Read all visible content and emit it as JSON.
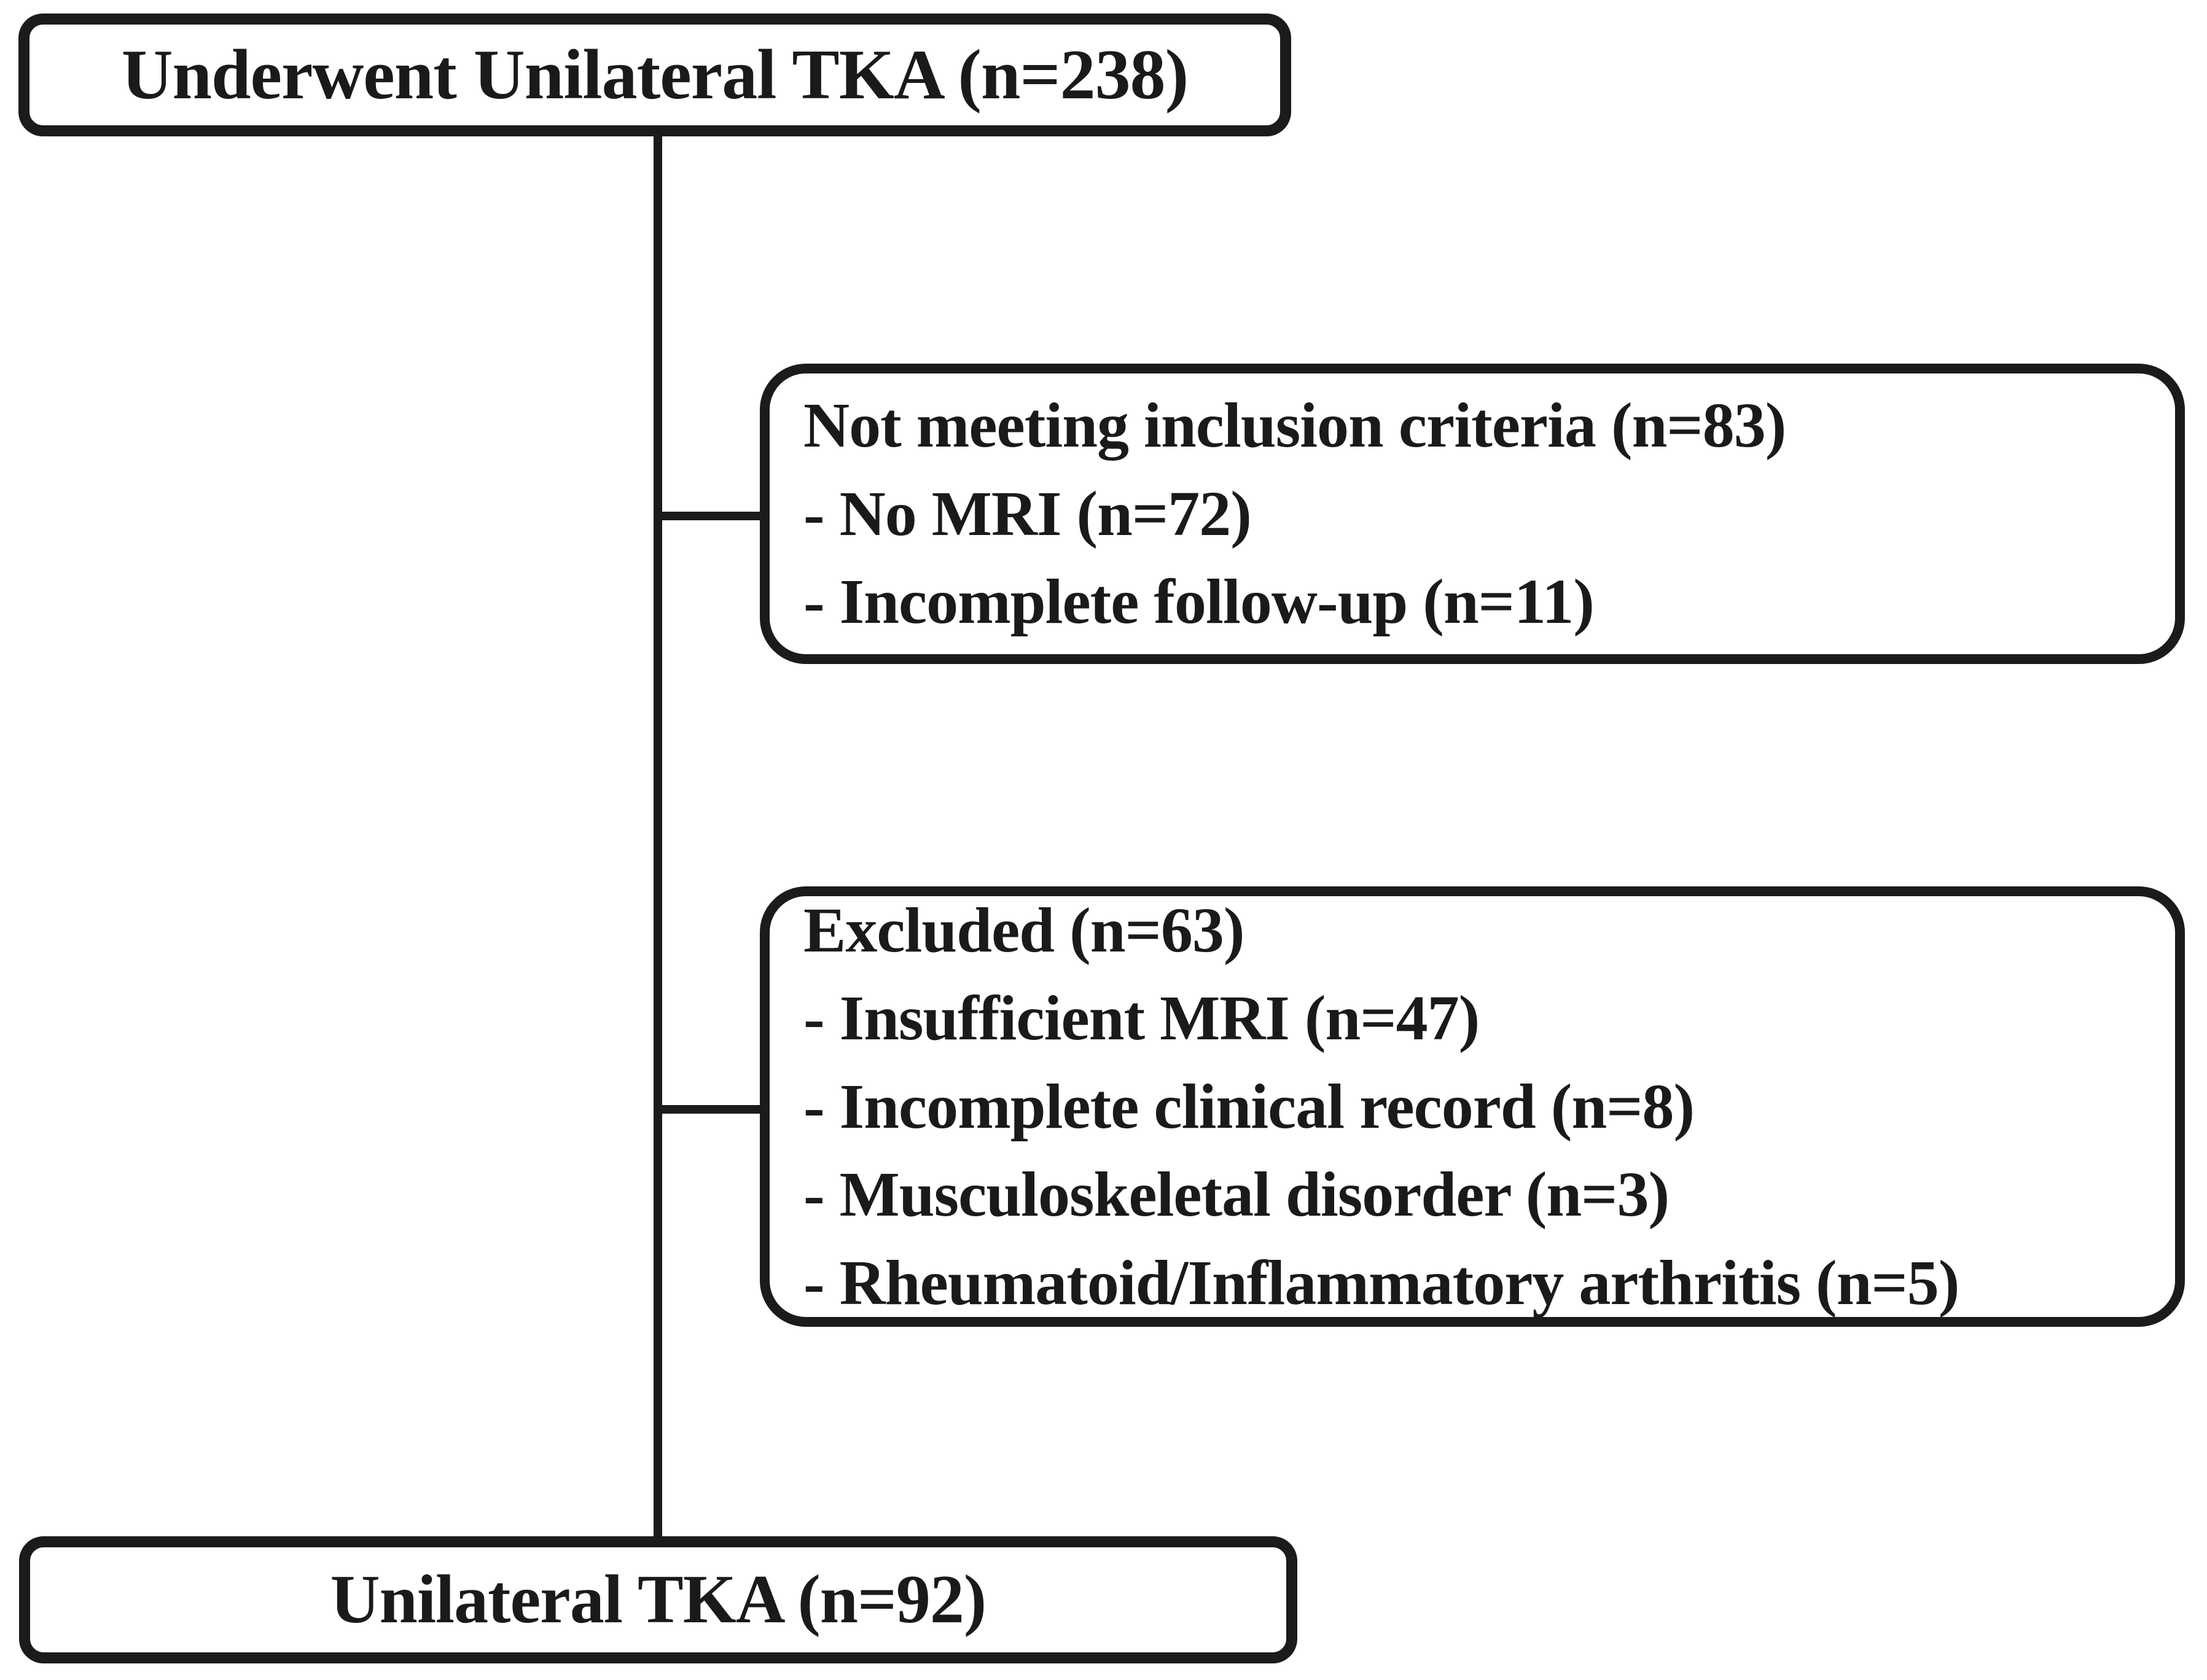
{
  "meta": {
    "diagram_type": "patient-flow-diagram",
    "ink_color": "#1b1b1b",
    "background_color": "#ffffff"
  },
  "flow": {
    "top_box": {
      "label": "Underwent Unilateral TKA (n=238)"
    },
    "criteria_box": {
      "lines": [
        "Not meeting inclusion criteria (n=83)",
        "- No MRI (n=72)",
        "- Incomplete follow-up (n=11)"
      ]
    },
    "excluded_box": {
      "lines": [
        "Excluded (n=63)",
        "- Insufficient MRI (n=47)",
        "- Incomplete clinical record (n=8)",
        "- Musculoskeletal disorder (n=3)",
        "- Rheumatoid/Inflammatory arthritis (n=5)"
      ]
    },
    "bottom_box": {
      "label": "Unilateral TKA (n=92)"
    }
  }
}
